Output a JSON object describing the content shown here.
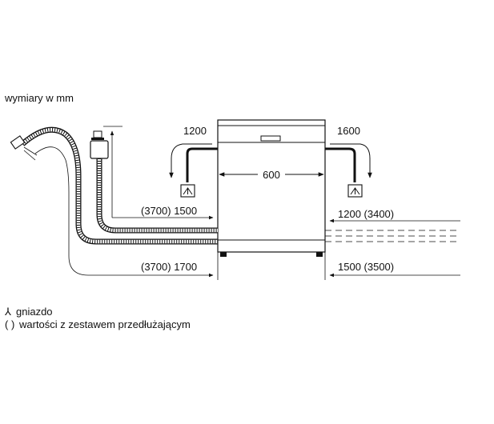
{
  "title": "wymiary w mm",
  "dimensions": {
    "width_main": "600",
    "top_left": "1200",
    "top_right": "1600",
    "left_upper": "(3700) 1500",
    "left_lower": "(3700) 1700",
    "right_upper": "1200 (3400)",
    "right_lower": "1500 (3500)"
  },
  "legend": [
    {
      "symbol": "socket-icon",
      "symbol_text": "⅄",
      "text": "gniazdo"
    },
    {
      "symbol": "parentheses",
      "symbol_text": "( )",
      "text": "wartości z zestawem przedłużającym"
    }
  ]
}
